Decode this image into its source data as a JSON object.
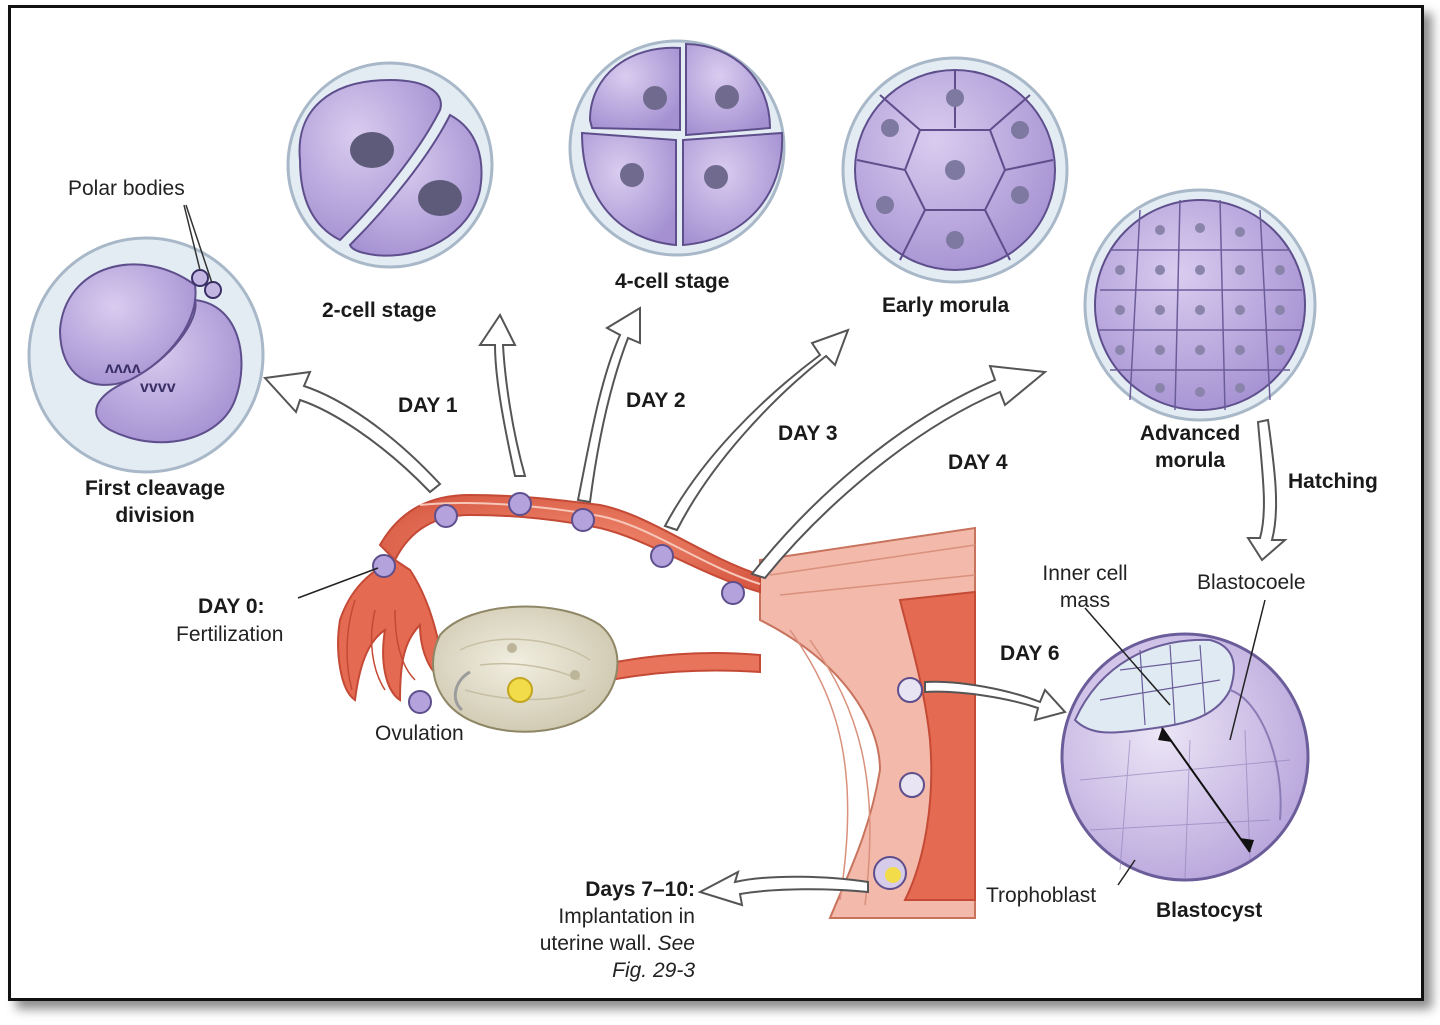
{
  "labels": {
    "polar_bodies": "Polar bodies",
    "first_cleavage": [
      "First cleavage",
      "division"
    ],
    "two_cell": "2-cell stage",
    "four_cell": "4-cell stage",
    "early_morula": "Early morula",
    "advanced_morula": [
      "Advanced",
      "morula"
    ],
    "hatching": "Hatching",
    "day1": "DAY 1",
    "day2": "DAY 2",
    "day3": "DAY 3",
    "day4": "DAY 4",
    "day0": "DAY 0:",
    "fertilization": "Fertilization",
    "ovulation": "Ovulation",
    "day6": "DAY 6",
    "inner_cell_mass": [
      "Inner cell",
      "mass"
    ],
    "blastocoele": "Blastocoele",
    "trophoblast": "Trophoblast",
    "blastocyst": "Blastocyst",
    "days_7_10": "Days 7–10:",
    "implantation": [
      "Implantation in",
      "uterine wall. "
    ],
    "see": "See",
    "fig_ref": "Fig. 29-3"
  },
  "colors": {
    "cell_fill": "#b9a6dc",
    "cell_stroke": "#5e4f8c",
    "nucleus": "#6f6a8e",
    "zona": "#dfe7ee",
    "tube": "#e0664e",
    "uterus": "#f2b4a6"
  }
}
